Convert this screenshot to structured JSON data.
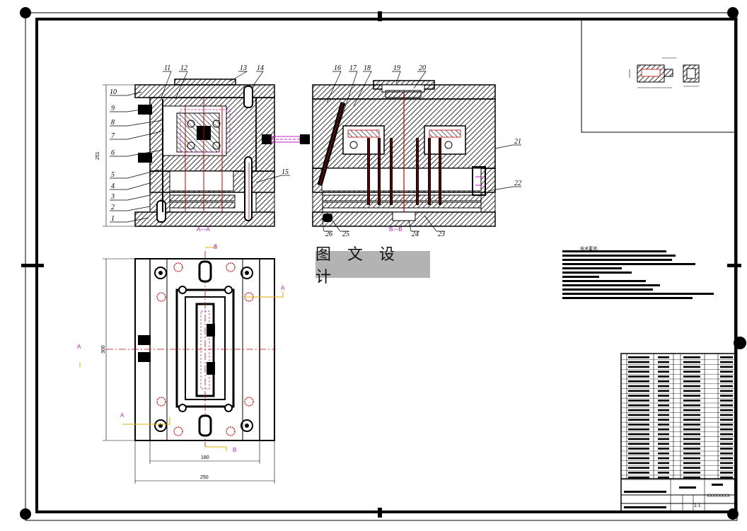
{
  "drawing": {
    "stamp_text": "图 文 设 计",
    "tech_requirements_title": "技术要求:",
    "part_numbers": [
      "1",
      "2",
      "3",
      "4",
      "5",
      "6",
      "7",
      "8",
      "9",
      "10",
      "11",
      "12",
      "13",
      "14",
      "15",
      "16",
      "17",
      "18",
      "19",
      "20",
      "21",
      "22",
      "23",
      "24",
      "25",
      "26"
    ],
    "section_labels": {
      "aa": "A—A",
      "bb": "B—B",
      "a": "A",
      "b": "B"
    },
    "dimensions": {
      "height_front": "251",
      "height_plan": "300",
      "width_inner": "180",
      "width_outer": "250"
    },
    "title_block": {
      "drawing_code": "XXXXXXXX",
      "scale": "1:1"
    },
    "colors": {
      "frame": "#000000",
      "hatch": "#000000",
      "section": "#c020c0",
      "centerline": "#d00000",
      "stamp_bg": "#b3b3b3",
      "leader": "#e0b000"
    }
  }
}
